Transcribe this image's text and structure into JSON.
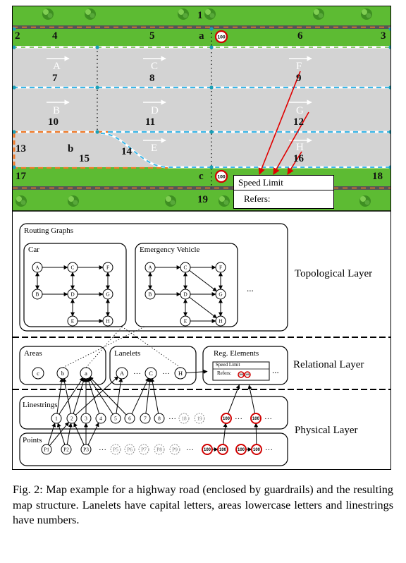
{
  "map": {
    "linestring_numbers": {
      "n1": "1",
      "n2": "2",
      "n3": "3",
      "n4": "4",
      "n5": "5",
      "n6": "6",
      "n7": "7",
      "n8": "8",
      "n9": "9",
      "n10": "10",
      "n11": "11",
      "n12": "12",
      "n13": "13",
      "n14": "14",
      "n15": "15",
      "n16": "16",
      "n17": "17",
      "n18": "18",
      "n19": "19"
    },
    "lanelet_letters": {
      "A": "A",
      "B": "B",
      "C": "C",
      "D": "D",
      "E": "E",
      "F": "F",
      "G": "G",
      "H": "H"
    },
    "area_letters": {
      "a": "a",
      "b": "b",
      "c": "c"
    },
    "speed_sign_value": "100",
    "speed_limit_box": {
      "title": "Speed Limit",
      "refers_label": "Refers:"
    },
    "colors": {
      "grass": "#5dbb33",
      "road": "#d3d3d3",
      "guardrail": "#555555",
      "orange_dash": "#f07a28",
      "blue_dash": "#3ab6e8",
      "arrow_red": "#e00000"
    }
  },
  "structure": {
    "routing_graphs_title": "Routing Graphs",
    "car_title": "Car",
    "emergency_title": "Emergency Vehicle",
    "ellipsis": "...",
    "topological_layer": "Topological Layer",
    "areas_title": "Areas",
    "lanelets_title": "Lanelets",
    "reg_elements_title": "Reg. Elements",
    "relational_layer": "Relational Layer",
    "linestrings_title": "Linestrings",
    "points_title": "Points",
    "physical_layer": "Physical Layer",
    "reg_mini_title": "Speed Limit",
    "reg_mini_refers": "Refers:",
    "graph_nodes": [
      "A",
      "B",
      "C",
      "D",
      "E",
      "F",
      "G",
      "H"
    ],
    "graph_nodes_ev": [
      "A",
      "B",
      "C",
      "D",
      "E",
      "F",
      "G",
      "H"
    ],
    "area_nodes": [
      "c",
      "b",
      "a"
    ],
    "lanelet_nodes": [
      "A",
      "C",
      "H"
    ],
    "linestring_nodes": [
      "1",
      "2",
      "3",
      "4",
      "5",
      "6",
      "7",
      "8",
      "18",
      "19"
    ],
    "point_nodes": [
      "P1",
      "P2",
      "P3",
      "P5",
      "P6",
      "P7",
      "P8",
      "P9"
    ]
  },
  "caption": "Fig. 2: Map example for a highway road (enclosed by guardrails) and the resulting map structure. Lanelets have capital letters, areas lowercase letters and linestrings have numbers."
}
